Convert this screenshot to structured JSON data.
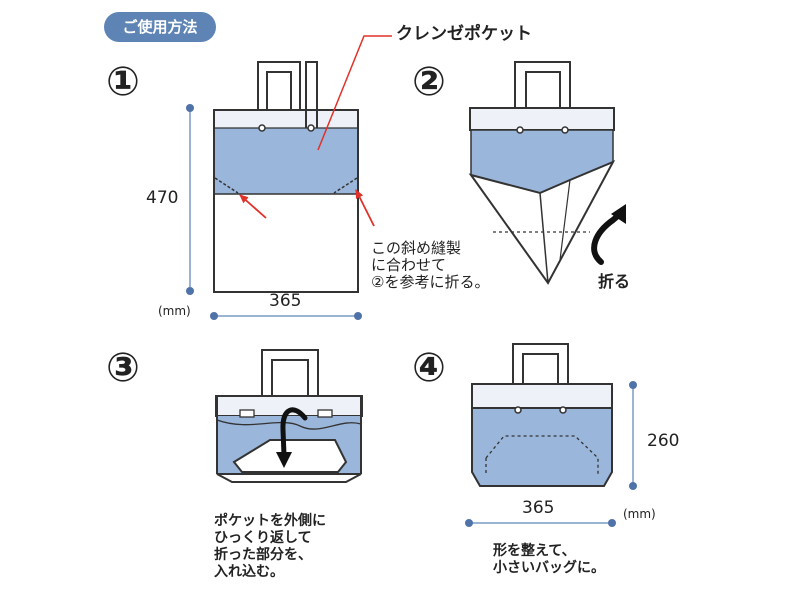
{
  "header": {
    "usage_badge": "ご使用方法"
  },
  "callout": {
    "pocket_label": "クレンゼポケット"
  },
  "steps": {
    "s1": {
      "number": "①",
      "height_dim": "470",
      "width_dim": "365",
      "unit": "(mm)",
      "note_line1": "この斜め縫製",
      "note_line2": "に合わせて",
      "note_line3": "②を参考に折る。"
    },
    "s2": {
      "number": "②",
      "fold_label": "折る"
    },
    "s3": {
      "number": "③",
      "note_line1": "ポケットを外側に",
      "note_line2": "ひっくり返して",
      "note_line3": "折った部分を、",
      "note_line4": "入れ込む。"
    },
    "s4": {
      "number": "④",
      "height_dim": "260",
      "width_dim": "365",
      "unit": "(mm)",
      "note_line1": "形を整えて、",
      "note_line2": "小さいバッグに。"
    }
  },
  "colors": {
    "accent": "#5d84b4",
    "pocket": "#9ab6db",
    "bag_light": "#eef2f8",
    "outline": "#333333",
    "arrow_red": "#e0322a",
    "dim_line": "#7a9bc6",
    "dim_dot": "#4f73a8"
  }
}
